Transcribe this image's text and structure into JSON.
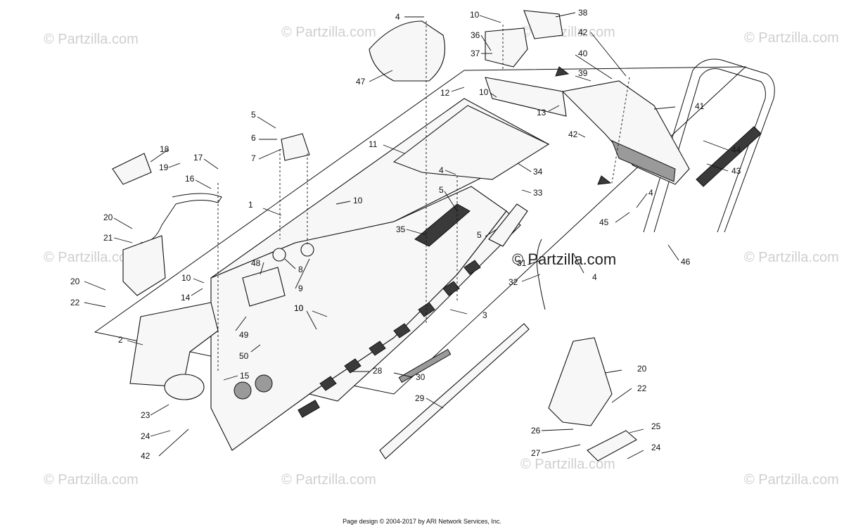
{
  "watermark": {
    "text": "© Partzilla.com",
    "main_text": "© Partzilla.com"
  },
  "callouts": [
    "1",
    "2",
    "3",
    "4",
    "4",
    "4",
    "4",
    "5",
    "5",
    "5",
    "6",
    "7",
    "8",
    "9",
    "10",
    "10",
    "10",
    "10",
    "10",
    "10",
    "11",
    "12",
    "13",
    "14",
    "15",
    "16",
    "17",
    "18",
    "19",
    "20",
    "20",
    "20",
    "21",
    "22",
    "22",
    "23",
    "24",
    "24",
    "25",
    "26",
    "27",
    "28",
    "29",
    "30",
    "31",
    "32",
    "33",
    "34",
    "35",
    "36",
    "37",
    "38",
    "39",
    "40",
    "41",
    "42",
    "42",
    "42",
    "43",
    "44",
    "45",
    "46",
    "47",
    "48",
    "49",
    "50"
  ],
  "footer": "Page design © 2004-2017 by ARI Network Services, Inc.",
  "colors": {
    "line": "#111111",
    "watermark": "#cfcfcf",
    "background": "#ffffff"
  }
}
